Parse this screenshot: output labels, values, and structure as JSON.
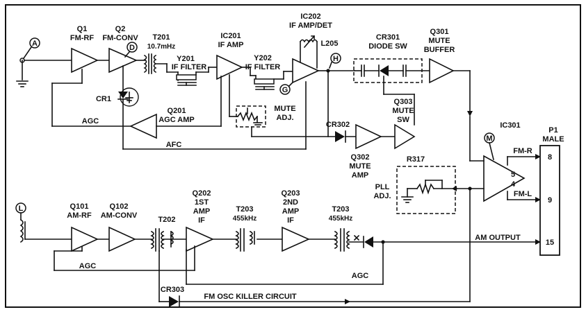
{
  "labels": {
    "q1": "Q1",
    "q1_sub": "FM-RF",
    "q2": "Q2",
    "q2_sub": "FM-CONV",
    "t201": "T201",
    "t201_freq": "10.7mHz",
    "y201": "Y201",
    "y201_sub": "IF FILTER",
    "ic201": "IC201",
    "ic201_sub": "IF AMP",
    "y202": "Y202",
    "y202_sub": "IF FILTER",
    "ic202": "IC202",
    "ic202_sub": "IF AMP/DET",
    "l205": "L205",
    "cr301": "CR301",
    "cr301_sub": "DIODE SW",
    "q301": "Q301",
    "q301_sub1": "MUTE",
    "q301_sub2": "BUFFER",
    "cr1": "CR1",
    "q201": "Q201",
    "q201_sub": "AGC AMP",
    "agc_fm": "AGC",
    "afc": "AFC",
    "mute_adj1": "MUTE",
    "mute_adj2": "ADJ.",
    "cr302": "CR302",
    "q303": "Q303",
    "q303_sub1": "MUTE",
    "q303_sub2": "SW",
    "q302": "Q302",
    "q302_sub1": "MUTE",
    "q302_sub2": "AMP",
    "r317": "R317",
    "pll_adj1": "PLL",
    "pll_adj2": "ADJ.",
    "ic301": "IC301",
    "p1": "P1",
    "p1_sub": "MALE",
    "fm_r": "FM-R",
    "fm_l": "FM-L",
    "ic301_pin5": "5",
    "ic301_pin4": "4",
    "pin8": "8",
    "pin9": "9",
    "pin15": "15",
    "q101": "Q101",
    "q101_sub": "AM-RF",
    "q102": "Q102",
    "q102_sub": "AM-CONV",
    "t202": "T202",
    "q202": "Q202",
    "q202_sub1": "1ST",
    "q202_sub2": "AMP",
    "q202_sub3": "IF",
    "t203a": "T203",
    "t203a_freq": "455kHz",
    "q203": "Q203",
    "q203_sub1": "2ND",
    "q203_sub2": "AMP",
    "q203_sub3": "IF",
    "t203b": "T203",
    "t203b_freq": "455kHz",
    "am_output": "AM OUTPUT",
    "agc_am1": "AGC",
    "agc_am2": "AGC",
    "cr303": "CR303",
    "fm_osc_killer": "FM OSC KILLER CIRCUIT",
    "tp_a": "A",
    "tp_d": "D",
    "tp_g": "G",
    "tp_h": "H",
    "tp_m": "M",
    "tp_l": "L"
  }
}
